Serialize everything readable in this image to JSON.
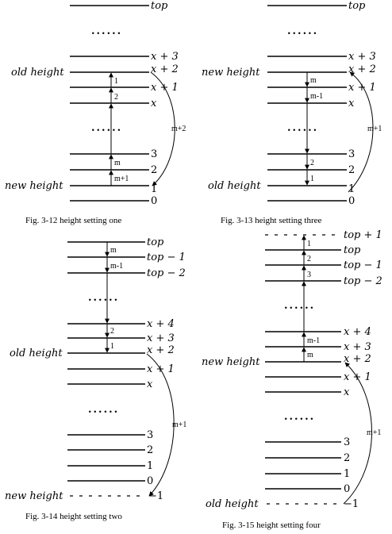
{
  "diagrams": [
    {
      "caption": "Fig. 3-12    height setting one",
      "levels": [
        {
          "label": "top",
          "kind": "var"
        },
        {
          "label": "x + 3",
          "kind": "var"
        },
        {
          "label": "x + 2",
          "kind": "var"
        },
        {
          "label": "x + 1",
          "kind": "var"
        },
        {
          "label": "x",
          "kind": "var"
        },
        {
          "label": "3",
          "kind": "num"
        },
        {
          "label": "2",
          "kind": "num"
        },
        {
          "label": "1",
          "kind": "num"
        },
        {
          "label": "0",
          "kind": "num"
        }
      ],
      "gap_mark": "......",
      "side_labels": [
        "old height",
        "new height"
      ],
      "step_labels": [
        "1",
        "2",
        "m",
        "m+1"
      ],
      "curve_label": "m+2"
    },
    {
      "caption": "Fig. 3-13    height setting three",
      "levels": [
        {
          "label": "top",
          "kind": "var"
        },
        {
          "label": "x + 3",
          "kind": "var"
        },
        {
          "label": "x + 2",
          "kind": "var"
        },
        {
          "label": "x + 1",
          "kind": "var"
        },
        {
          "label": "x",
          "kind": "var"
        },
        {
          "label": "3",
          "kind": "num"
        },
        {
          "label": "2",
          "kind": "num"
        },
        {
          "label": "1",
          "kind": "num"
        },
        {
          "label": "0",
          "kind": "num"
        }
      ],
      "gap_mark": "......",
      "side_labels": [
        "new height",
        "old height"
      ],
      "step_labels": [
        "m",
        "m-1",
        "2",
        "1"
      ],
      "curve_label": "m+1"
    },
    {
      "caption": "Fig. 3-14    height setting two",
      "levels": [
        {
          "label": "top",
          "kind": "var"
        },
        {
          "label": "top − 1",
          "kind": "var"
        },
        {
          "label": "top − 2",
          "kind": "var"
        },
        {
          "label": "x + 4",
          "kind": "var"
        },
        {
          "label": "x + 3",
          "kind": "var"
        },
        {
          "label": "x + 2",
          "kind": "var"
        },
        {
          "label": "x + 1",
          "kind": "var"
        },
        {
          "label": "x",
          "kind": "var"
        },
        {
          "label": "3",
          "kind": "num"
        },
        {
          "label": "2",
          "kind": "num"
        },
        {
          "label": "1",
          "kind": "num"
        },
        {
          "label": "0",
          "kind": "num"
        },
        {
          "label": "−1",
          "kind": "num"
        }
      ],
      "gap_mark": "......",
      "side_labels": [
        "old height",
        "new height"
      ],
      "step_labels": [
        "m",
        "m-1",
        "2",
        "1"
      ],
      "curve_label": "m+1"
    },
    {
      "caption": "Fig. 3-15    height setting four",
      "levels": [
        {
          "label": "top + 1",
          "kind": "var"
        },
        {
          "label": "top",
          "kind": "var"
        },
        {
          "label": "top − 1",
          "kind": "var"
        },
        {
          "label": "top − 2",
          "kind": "var"
        },
        {
          "label": "x + 4",
          "kind": "var"
        },
        {
          "label": "x + 3",
          "kind": "var"
        },
        {
          "label": "x + 2",
          "kind": "var"
        },
        {
          "label": "x + 1",
          "kind": "var"
        },
        {
          "label": "x",
          "kind": "var"
        },
        {
          "label": "3",
          "kind": "num"
        },
        {
          "label": "2",
          "kind": "num"
        },
        {
          "label": "1",
          "kind": "num"
        },
        {
          "label": "0",
          "kind": "num"
        },
        {
          "label": "−1",
          "kind": "num"
        }
      ],
      "gap_mark": "......",
      "side_labels": [
        "new height",
        "old height"
      ],
      "step_labels": [
        "1",
        "2",
        "3",
        "m-1",
        "m"
      ],
      "curve_label": "m+1"
    }
  ]
}
